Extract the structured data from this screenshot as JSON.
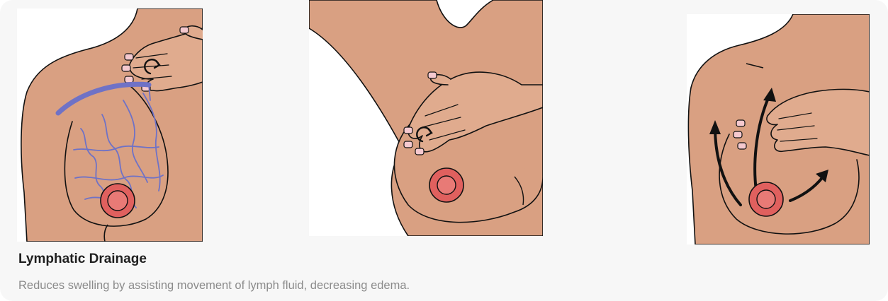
{
  "card": {
    "title": "Lymphatic Drainage",
    "description": "Reduces swelling by assisting movement of lymph fluid, decreasing edema."
  },
  "illustrations": [
    {
      "icon": "breast-lymph-vessels-massage-illustration"
    },
    {
      "icon": "breast-circular-massage-illustration"
    },
    {
      "icon": "breast-upward-strokes-illustration"
    }
  ],
  "colors": {
    "card_background": "#f7f7f7",
    "skin": "#d9a082",
    "skin_light": "#e0ab8e",
    "outline": "#111111",
    "lymph_vessel": "#6f72c6",
    "areola": "#e0605e",
    "title_text": "#1f1f1f",
    "description_text": "#8b8b8b"
  }
}
